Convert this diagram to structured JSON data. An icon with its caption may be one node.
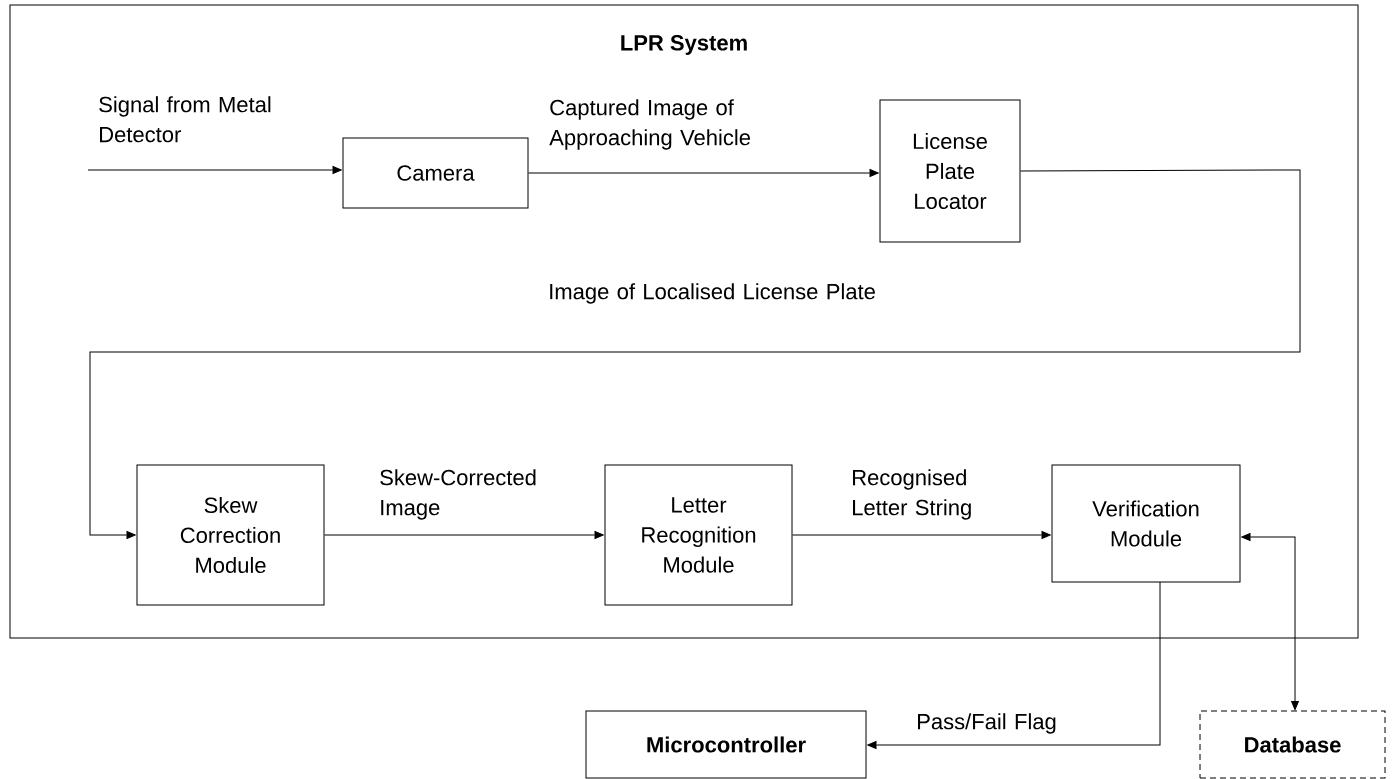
{
  "diagram": {
    "nodes": [
      {
        "text": [
          "LPR System"
        ]
      },
      {
        "text": [
          "Camera"
        ],
        "in": 0
      },
      {
        "text": [
          "License Plate Locator"
        ],
        "in": 0
      },
      {
        "text": [
          "Skew Correction Module"
        ],
        "in": 0
      },
      {
        "text": [
          "Letter Recognition Module"
        ],
        "in": 0
      },
      {
        "text": [
          "Verification Module"
        ],
        "in": 0
      },
      {
        "text": [
          "Microcontroller"
        ]
      },
      {
        "text": [
          "Database"
        ]
      }
    ],
    "edges": [
      {
        "from": null,
        "to": 1,
        "arrow": "to",
        "label": "Signal from Metal Detector"
      },
      {
        "from": 1,
        "to": 2,
        "arrow": "to",
        "label": "Captured Image of Approaching Vehicle"
      },
      {
        "from": 2,
        "to": 3,
        "arrow": "to",
        "label": "Image of Localised License Plate"
      },
      {
        "from": 3,
        "to": 4,
        "arrow": "to",
        "label": "Skew-Corrected Image"
      },
      {
        "from": 4,
        "to": 5,
        "arrow": "to",
        "label": "Recognised Letter String"
      },
      {
        "from": 5,
        "to": 6,
        "arrow": "to",
        "label": "Pass/Fail Flag"
      },
      {
        "from": 7,
        "to": 5,
        "arrow": "both"
      }
    ]
  }
}
